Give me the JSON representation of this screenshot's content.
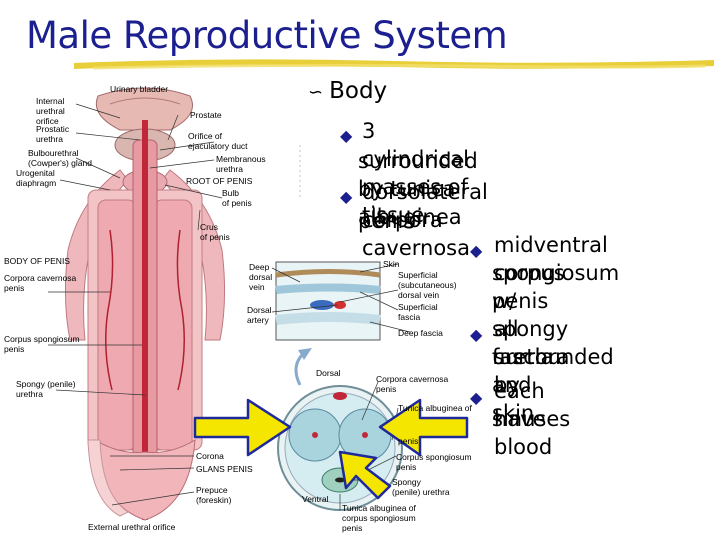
{
  "slide": {
    "title": "Male Reproductive System",
    "main_bullet": "Body",
    "bullets": [
      {
        "line1": "3 cylindrical masses of tissue",
        "line2": "surrounded by tunica albuginea"
      },
      {
        "line1": "dorsolateral corpora cavernosa",
        "line2": "penis"
      },
      {
        "line1": "midventral corpus",
        "line2": "spongiosum penis",
        "line3": "w/ spongy urethra"
      },
      {
        "line1": "all surrounded by",
        "line2": "fascia and skin"
      },
      {
        "line1": "each have blood",
        "line2": "sinuses"
      }
    ]
  },
  "diagram_labels": {
    "urinary_bladder": "Urinary bladder",
    "internal_urethral_orifice": [
      "Internal",
      "urethral",
      "orifice"
    ],
    "prostatic_urethra": [
      "Prostatic",
      "urethra"
    ],
    "bulbourethral_gland": [
      "Bulbourethral",
      "(Cowper's) gland"
    ],
    "urogenital_diaphragm": [
      "Urogenital",
      "diaphragm"
    ],
    "prostate": "Prostate",
    "orifice_ejaculatory_duct": [
      "Orifice of",
      "ejaculatory duct"
    ],
    "membranous_urethra": [
      "Membranous",
      "urethra"
    ],
    "root_of_penis": "ROOT OF PENIS",
    "bulb_of_penis": [
      "Bulb",
      "of penis"
    ],
    "crus_of_penis": [
      "Crus",
      "of penis"
    ],
    "body_of_penis": "BODY OF PENIS",
    "corpora_cavernosa_penis": [
      "Corpora cavernosa",
      "penis"
    ],
    "corpus_spongiosum_penis": [
      "Corpus spongiosum",
      "penis"
    ],
    "spongy_urethra": [
      "Spongy (penile)",
      "urethra"
    ],
    "corona": "Corona",
    "glans_penis": "GLANS PENIS",
    "prepuce": [
      "Prepuce",
      "(foreskin)"
    ],
    "external_urethral_orifice": "External urethral orifice",
    "deep_dorsal_vein": [
      "Deep",
      "dorsal",
      "vein"
    ],
    "dorsal_artery": [
      "Dorsal",
      "artery"
    ],
    "skin": "Skin",
    "superficial_dorsal_vein": [
      "Superficial",
      "(subcutaneous)",
      "dorsal vein"
    ],
    "superficial_fascia": [
      "Superficial",
      "fascia"
    ],
    "deep_fascia": "Deep fascia",
    "dorsal": "Dorsal",
    "corpora_cavernosa_cross": [
      "Corpora cavernosa",
      "penis"
    ],
    "tunica_albuginea_of": "Tunica albuginea of",
    "penis_label": "penis",
    "corpus_spongiosum_cross": [
      "Corpus spongiosum",
      "penis"
    ],
    "spongy_penile_urethra": [
      "Spongy",
      "(penile) urethra"
    ],
    "ventral": "Ventral",
    "tunica_albuginea_cs": [
      "Tunica albuginea of",
      "corpus spongiosum",
      "penis"
    ]
  },
  "colors": {
    "title": "#1b1f8f",
    "bullet_diamond": "#1b1f8f",
    "arrow_fill": "#f5e600",
    "arrow_stroke": "#1f2a9a",
    "erectile_tissue": "#e8a0a8",
    "urethra": "#c0283a"
  }
}
